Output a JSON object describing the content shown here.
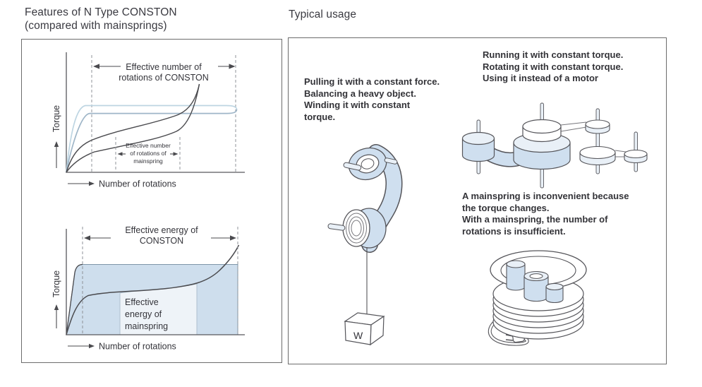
{
  "header": {
    "features_title_line1": "Features of N Type CONSTON",
    "features_title_line2": "(compared with mainsprings)",
    "usage_title": "Typical usage"
  },
  "rotation_chart": {
    "ylabel": "Torque",
    "xlabel": "Number of rotations",
    "conston_label_line1": "Effective number of",
    "conston_label_line2": "rotations of CONSTON",
    "mainspring_label_line1": "Effective number",
    "mainspring_label_line2": "of rotations of",
    "mainspring_label_line3": "mainspring"
  },
  "energy_chart": {
    "ylabel": "Torque",
    "xlabel": "Number of rotations",
    "conston_label_line1": "Effective energy of",
    "conston_label_line2": "CONSTON",
    "mainspring_label_line1": "Effective",
    "mainspring_label_line2": "energy of",
    "mainspring_label_line3": "mainspring"
  },
  "usage_panel": {
    "pulling": [
      "Pulling it with a constant force.",
      "Balancing a heavy object.",
      "Winding it with constant",
      "torque."
    ],
    "running": [
      "Running it with constant torque.",
      "Rotating it with constant torque.",
      "Using it instead of a motor"
    ],
    "mainspring_note": [
      "A mainspring is inconvenient because",
      "the torque changes.",
      "With a mainspring, the number of",
      "rotations is insufficient."
    ],
    "weight_label": "W"
  },
  "chart_data": [
    {
      "type": "line",
      "title": "Effective number of rotations of CONSTON",
      "xlabel": "Number of rotations",
      "ylabel": "Torque",
      "axes_numeric": false,
      "series": [
        {
          "name": "CONSTON",
          "shape": "torque rises steeply then stays flat (constant) over almost the entire rotation range"
        },
        {
          "name": "mainspring",
          "shape": "hysteresis loop; torque keeps changing and rises sharply, usable rotation range is narrow"
        }
      ],
      "annotations": [
        "Effective number of rotations of CONSTON",
        "Effective number of rotations of mainspring"
      ]
    },
    {
      "type": "area",
      "title": "Effective energy of CONSTON",
      "xlabel": "Number of rotations",
      "ylabel": "Torque",
      "axes_numeric": false,
      "series": [
        {
          "name": "CONSTON",
          "shape": "large rectangular shaded area under flat constant-torque curve"
        },
        {
          "name": "mainspring",
          "shape": "small shaded area under rising S-shaped torque curve"
        }
      ],
      "annotations": [
        "Effective energy of CONSTON",
        "Effective energy of mainspring"
      ]
    }
  ],
  "colors": {
    "panel_border": "#6c6c6c",
    "text": "#333338",
    "curve_dark": "#4a4a4e",
    "conston_curve_light": "#bdd5e2",
    "conston_curve_gray": "#9fb6c8",
    "area_fill_blue": "#cedeed",
    "area_fill_light": "#eef3f8",
    "band_blue": "#cfdfef"
  }
}
